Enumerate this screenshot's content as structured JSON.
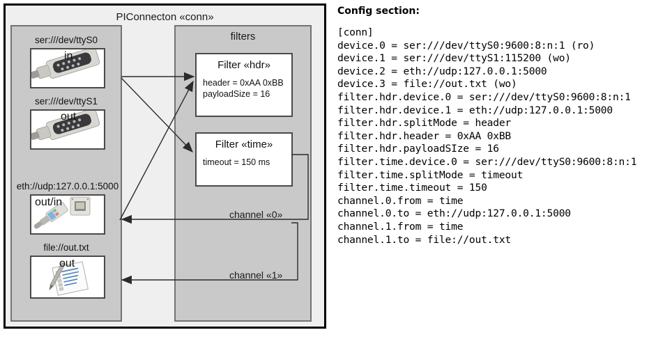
{
  "diagram": {
    "title": "PIConnecton «conn»",
    "devices_group": {
      "label": "",
      "items": [
        {
          "label": "ser:///dev/ttyS0",
          "io": "in",
          "icon": "serial-connector-icon"
        },
        {
          "label": "ser:///dev/ttyS1",
          "io": "out",
          "icon": "serial-connector-icon"
        },
        {
          "label": "eth://udp:127.0.0.1:5000",
          "io": "out/in",
          "icon": "ethernet-jack-icon"
        },
        {
          "label": "file://out.txt",
          "io": "out",
          "icon": "document-pen-icon"
        }
      ]
    },
    "filters_group": {
      "title": "filters",
      "filters": [
        {
          "title": "Filter «hdr»",
          "props": [
            "header = 0xAA 0xBB",
            "payloadSize = 16"
          ]
        },
        {
          "title": "Filter «time»",
          "props": [
            "timeout = 150 ms"
          ]
        }
      ]
    },
    "channels": [
      {
        "label": "channel «0»"
      },
      {
        "label": "channel «1»"
      }
    ]
  },
  "config": {
    "heading": "Config section:",
    "lines": [
      "[conn]",
      "device.0 = ser:///dev/ttyS0:9600:8:n:1 (ro)",
      "device.1 = ser:///dev/ttyS1:115200 (wo)",
      "device.2 = eth://udp:127.0.0.1:5000",
      "device.3 = file://out.txt (wo)",
      "filter.hdr.device.0 = ser:///dev/ttyS0:9600:8:n:1",
      "filter.hdr.device.1 = eth://udp:127.0.0.1:5000",
      "filter.hdr.splitMode = header",
      "filter.hdr.header = 0xAA 0xBB",
      "filter.hdr.payloadSIze = 16",
      "filter.time.device.0 = ser:///dev/ttyS0:9600:8:n:1",
      "filter.time.splitMode = timeout",
      "filter.time.timeout = 150",
      "channel.0.from = time",
      "channel.0.to = eth://udp:127.0.0.1:5000",
      "channel.1.from = time",
      "channel.1.to = file://out.txt"
    ]
  },
  "colors": {
    "frame_border": "#000000",
    "outer_fill": "#efefef",
    "group_fill": "#c9c9c9",
    "group_border": "#737373",
    "box_border": "#4a4a4a",
    "box_fill": "#ffffff",
    "arrow": "#2b2b2b"
  }
}
